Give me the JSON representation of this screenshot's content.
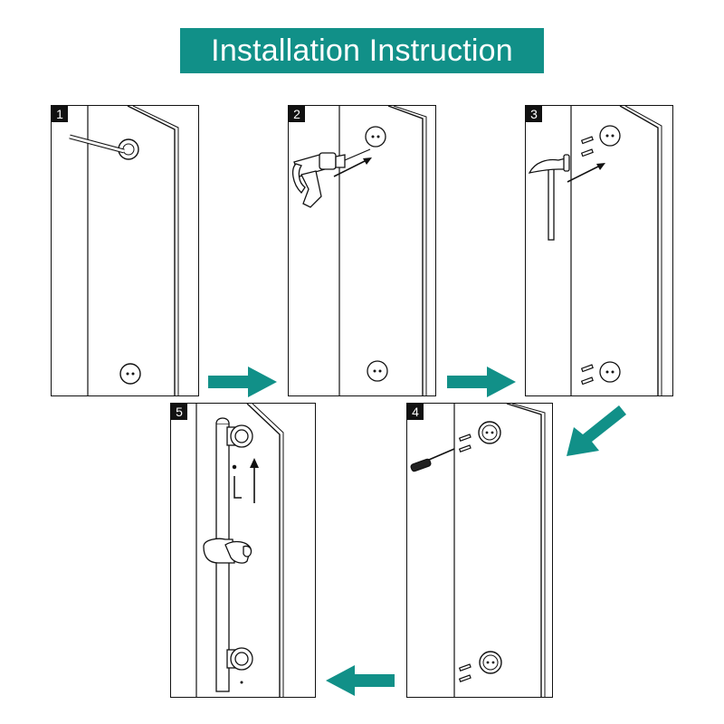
{
  "title": "Installation Instruction",
  "colors": {
    "accent": "#119088",
    "ink": "#111111",
    "background": "#ffffff"
  },
  "steps": [
    {
      "number": "1",
      "tools": [
        "drill-bit-icon"
      ]
    },
    {
      "number": "2",
      "tools": [
        "power-drill-icon"
      ]
    },
    {
      "number": "3",
      "tools": [
        "hammer-icon",
        "wall-plug-icon"
      ]
    },
    {
      "number": "4",
      "tools": [
        "screwdriver-icon",
        "screw-icon"
      ]
    },
    {
      "number": "5",
      "tools": [
        "hex-key-icon",
        "slide-bar-icon"
      ]
    }
  ]
}
